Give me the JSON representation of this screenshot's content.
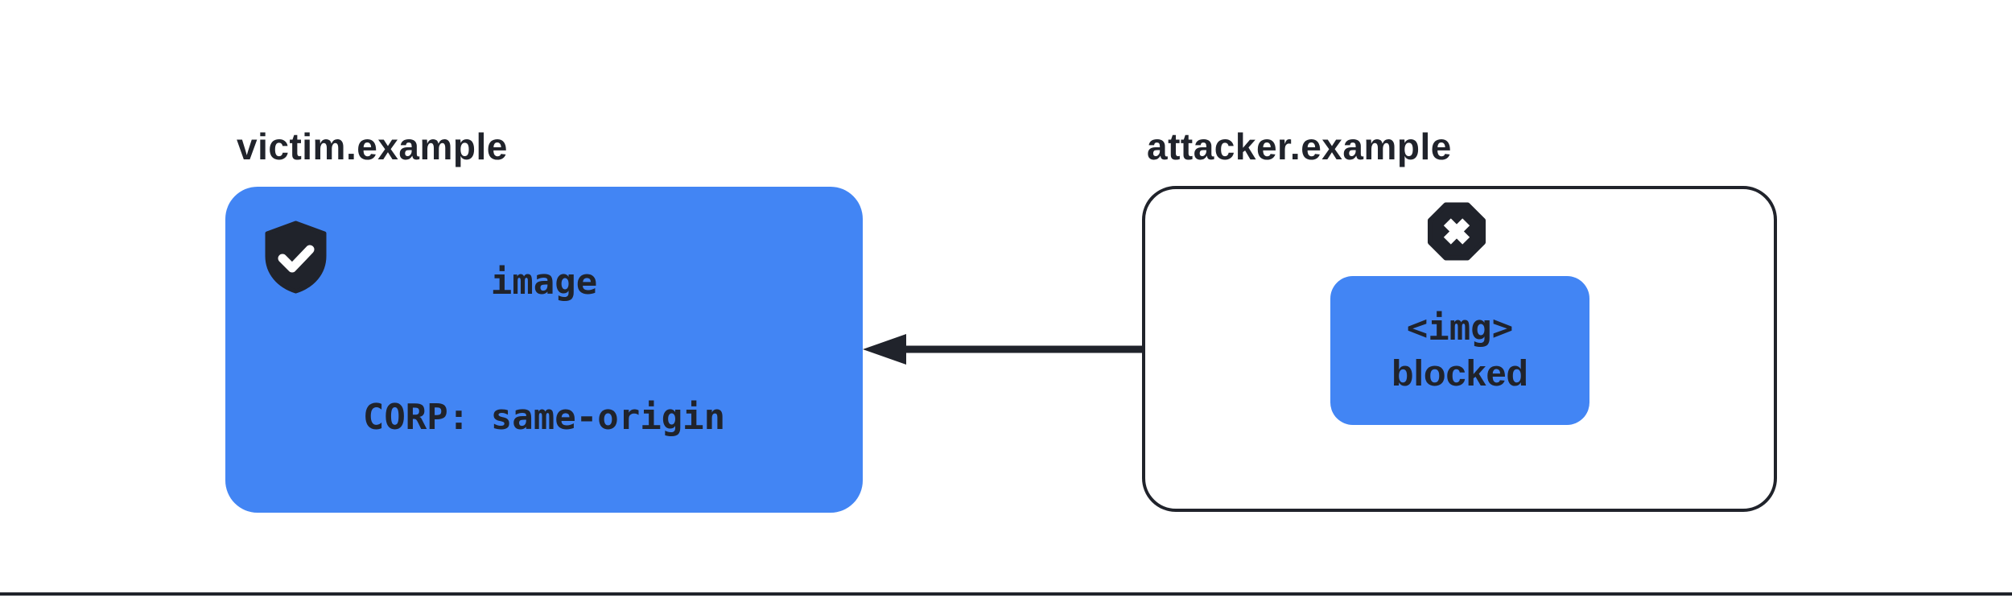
{
  "victim": {
    "domain": "victim.example",
    "resource_label": "image",
    "corp_header": "CORP: same-origin",
    "badge_icon": "shield-check-icon"
  },
  "attacker": {
    "domain": "attacker.example",
    "request_tag": "<img>",
    "request_status": "blocked",
    "badge_icon": "octagon-x-icon"
  },
  "arrow": {
    "direction": "right-to-left",
    "from": "attacker.example blocked <img> request",
    "to": "victim.example image"
  },
  "colors": {
    "accent_blue": "#4285F4",
    "ink": "#20232B",
    "background": "#FFFFFF"
  }
}
